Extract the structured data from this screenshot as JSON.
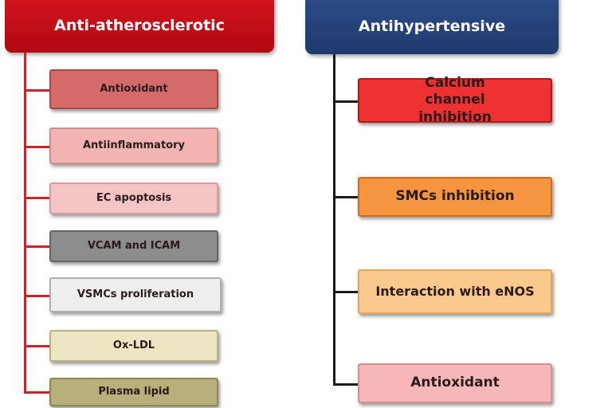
{
  "left": {
    "title": "Anti-atherosclerotic",
    "items": [
      {
        "label": "Antioxidant",
        "color": "#d46a6a",
        "border": "#a84848"
      },
      {
        "label": "Antiinflammatory",
        "color": "#f3b4b4",
        "border": "#d68a8a"
      },
      {
        "label": "EC apoptosis",
        "color": "#f4c3c3",
        "border": "#d99a9a"
      },
      {
        "label": "VCAM and ICAM",
        "color": "#8c8c8c",
        "border": "#666666"
      },
      {
        "label": "VSMCs proliferation",
        "color": "#eeeeee",
        "border": "#b0b0b0"
      },
      {
        "label": "Ox-LDL",
        "color": "#ece7c2",
        "border": "#b8b088"
      },
      {
        "label": "Plasma lipid",
        "color": "#b7b07a",
        "border": "#8c8656"
      }
    ]
  },
  "right": {
    "title": "Antihypertensive",
    "items": [
      {
        "label": "Calcium channel inhibition",
        "color": "#ee3232",
        "border": "#b41818"
      },
      {
        "label": "SMCs inhibition",
        "color": "#f59540",
        "border": "#cc6e1e"
      },
      {
        "label": "Interaction with eNOS",
        "color": "#fbc98c",
        "border": "#e4a55a"
      },
      {
        "label": "Antioxidant",
        "color": "#f5b7b7",
        "border": "#d68e8e"
      }
    ]
  }
}
